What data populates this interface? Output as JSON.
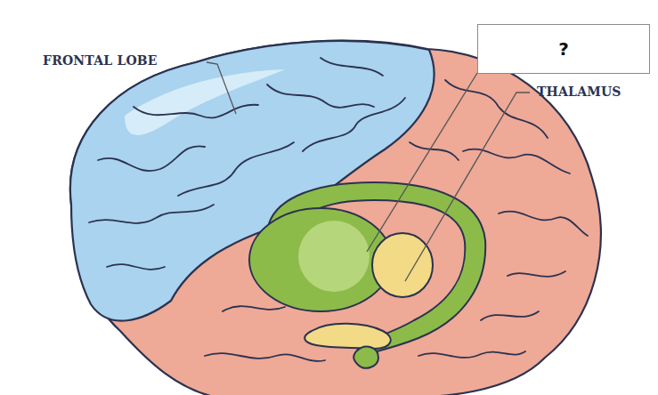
{
  "diagram": {
    "nodes": [
      {
        "text": [
          "?"
        ]
      }
    ],
    "labels": [
      "FRONTAL LOBE",
      "THALAMUS"
    ]
  }
}
